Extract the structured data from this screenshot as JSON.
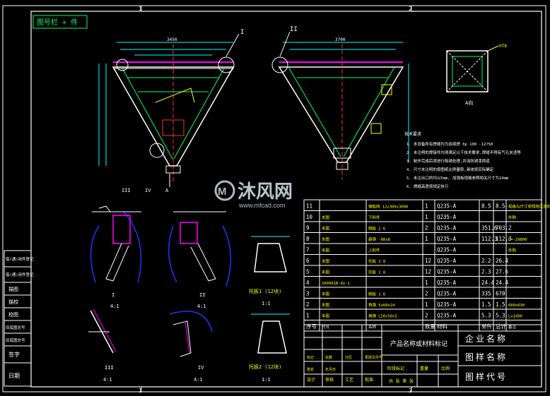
{
  "frame": {
    "zone_top_1": "1",
    "zone_top_2": "2",
    "zone_bottom_1": "1",
    "zone_bottom_2": "2"
  },
  "stamp_topleft": "图号栏 + 件",
  "views": {
    "left_label_I": "I",
    "left_label_III": "III",
    "left_label_IV": "IV",
    "left_label_A": "A",
    "right_label_II": "II",
    "dim_top_left": "3450",
    "dim_top_right": "3700",
    "view_A_label": "A向",
    "view_A_tag": "HT8"
  },
  "notes": {
    "title": "技术要求",
    "lines": [
      "1. 本设备所有焊缝均为连续焊  δp 100 -12750",
      "2. 未注明的焊接件均须满足以下技术要求,焊缝不得有气孔夹渣等",
      "3. 制作完成后须进行除锈处理,并涂防锈漆两道",
      "4. 尺寸未注明的按图纸比例量取,具体按实际确定",
      "5. 未注出口的均以5mm, 加强板规格参照相关尺寸为14mm",
      "6. 焊缝高度按规定执行"
    ]
  },
  "details": {
    "I": {
      "name": "I",
      "scale": "4:1"
    },
    "II": {
      "name": "II",
      "scale": "4:1"
    },
    "III": {
      "name": "III",
      "scale": "4:1"
    },
    "IV": {
      "name": "IV",
      "scale": "4:1"
    },
    "plate1": {
      "name": "托板1 (12块)",
      "scale": "1:1"
    },
    "plate2": {
      "name": "托板2 (12块)",
      "scale": "1:1"
    }
  },
  "bom": {
    "rows": [
      {
        "no": "11",
        "code": "",
        "name": "钢板网 12x300x3000",
        "qty": "1",
        "mat": "Q235-A",
        "w1": "8.5",
        "w2": "8.5",
        "note": "规格与尺寸参照相关资料"
      },
      {
        "no": "10",
        "code": "本图",
        "name": "下料件",
        "qty": "1",
        "mat": "Q235-A",
        "w1": "",
        "w2": "",
        "note": "外购"
      },
      {
        "no": "9",
        "code": "本图",
        "name": "侧板 2 6",
        "qty": "2",
        "mat": "Q235-A",
        "w1": "351.6",
        "w2": "703.2",
        "note": ""
      },
      {
        "no": "8",
        "code": "本图",
        "name": "扁钢 -80x8",
        "qty": "1",
        "mat": "Q235-A",
        "w1": "112.3",
        "w2": "112.3",
        "note": "L=-29800"
      },
      {
        "no": "7",
        "code": "本图",
        "name": "上料件",
        "qty": "",
        "mat": "Q235-A",
        "w1": "",
        "w2": "",
        "note": "外购"
      },
      {
        "no": "6",
        "code": "本图",
        "name": "托板 2 8",
        "qty": "12",
        "mat": "Q235-A",
        "w1": "2.2",
        "w2": "26.4",
        "note": ""
      },
      {
        "no": "5",
        "code": "本图",
        "name": "托板 1 8",
        "qty": "12",
        "mat": "Q235-A",
        "w1": "2.3",
        "w2": "27.6",
        "note": ""
      },
      {
        "no": "4",
        "code": "1R0901B-02-1",
        "name": "",
        "qty": "1",
        "mat": "Q235-A",
        "w1": "24.4",
        "w2": "24.4",
        "note": ""
      },
      {
        "no": "3",
        "code": "本图",
        "name": "侧板 1 6",
        "qty": "2",
        "mat": "Q235-A",
        "w1": "335",
        "w2": "670",
        "note": ""
      },
      {
        "no": "2",
        "code": "本图",
        "name": "角钢 5x60x24",
        "qty": "1",
        "mat": "Q235-A",
        "w1": "1.5",
        "w2": "1.5",
        "note": "600x630"
      },
      {
        "no": "1",
        "code": "本图",
        "name": "角钢 L50x50x5",
        "qty": "2",
        "mat": "Q235-A",
        "w1": "5.3",
        "w2": "5.3",
        "note": "L=1400"
      }
    ],
    "header": {
      "no": "序号",
      "code": "代号",
      "name": "名称",
      "qty": "数量",
      "mat": "材料",
      "w1": "单件",
      "w2": "总计",
      "note": "备注"
    }
  },
  "title_block": {
    "product": "产品名称或材料标记",
    "company": "企业名称",
    "drawing_name": "图样名称",
    "drawing_code": "图样代号",
    "row_labels": [
      "标记",
      "处数",
      "分区",
      "更改文件号",
      "签名",
      "年月日"
    ],
    "design": "设计",
    "check": "审核",
    "process": "工艺",
    "approve": "批准",
    "stage": "阶段标记",
    "weight": "重量",
    "ratio": "比例",
    "sheets": "共 张 第 张"
  },
  "side_stamps": [
    "借(通)用件登记",
    "借(通)用件登记",
    "描图",
    "描校",
    "校图",
    "旧底图总号",
    "旧底图总号",
    "签字",
    "日期"
  ],
  "watermark": {
    "brand": "沐风网",
    "url": "www.mfcad.com"
  },
  "colors": {
    "bg": "#000000",
    "line": "#ffffff",
    "yellow": "#ffff00",
    "green": "#00ff00",
    "cyan": "#00ffff",
    "magenta": "#ff00ff",
    "blue": "#2233ff",
    "red": "#ff2020"
  }
}
